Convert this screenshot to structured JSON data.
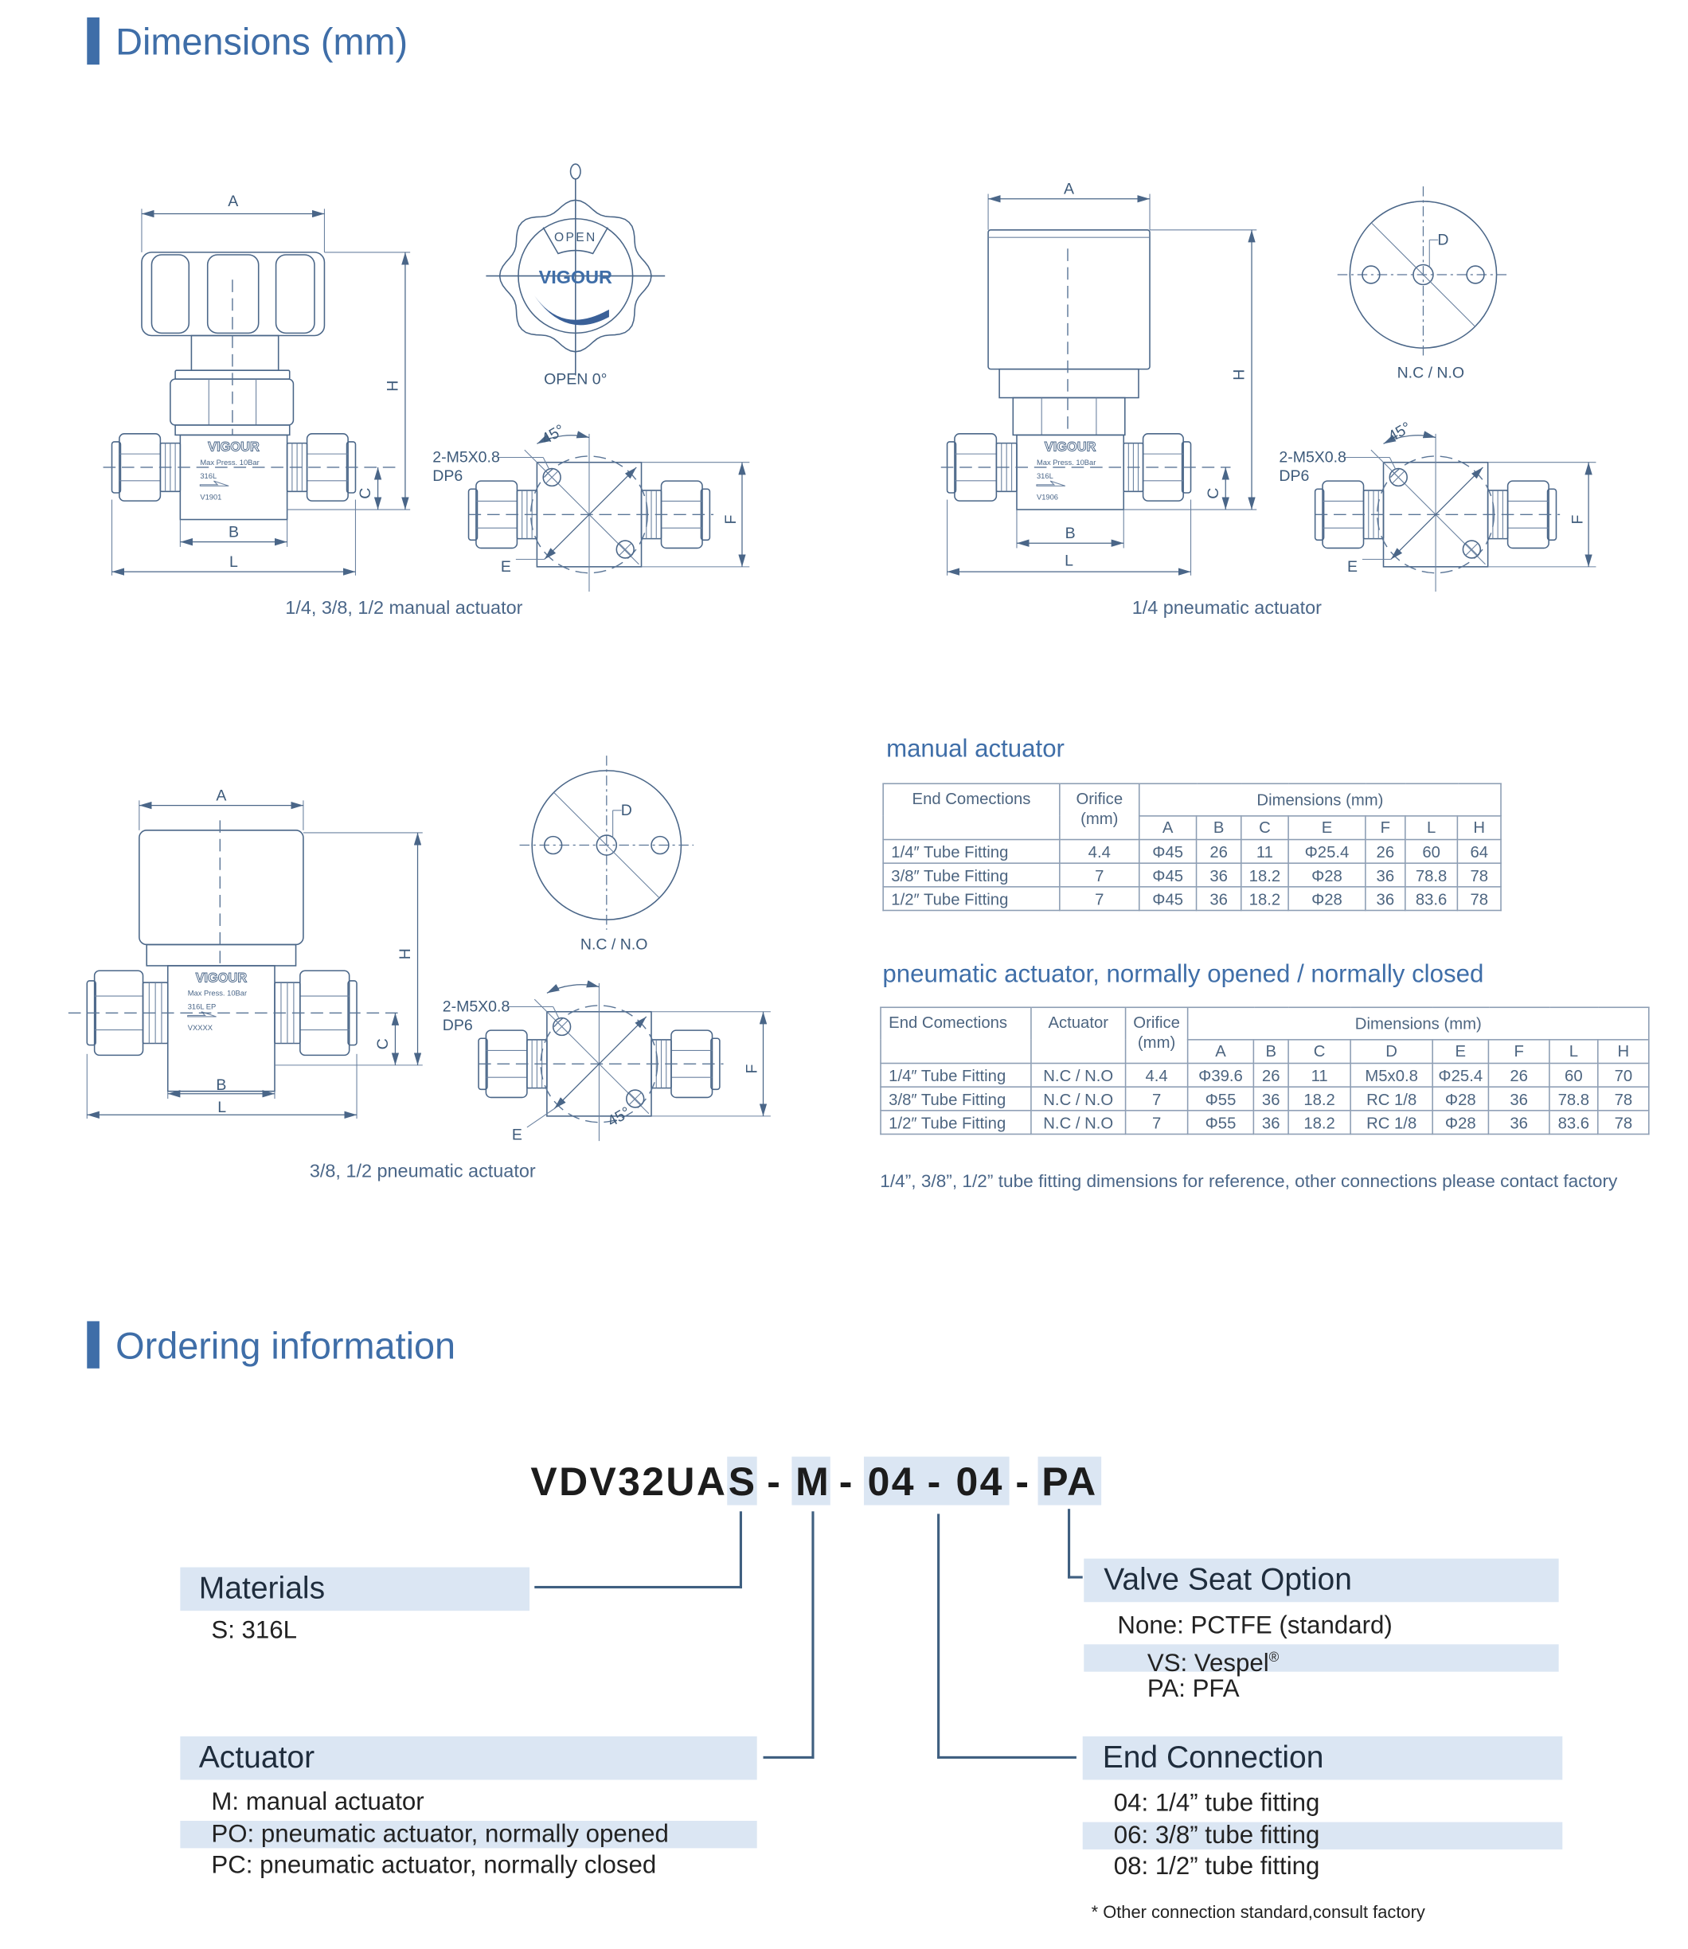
{
  "dimensions": {
    "title": "Dimensions (mm)",
    "dim_letters": {
      "A": "A",
      "B": "B",
      "C": "C",
      "D": "D",
      "E": "E",
      "F": "F",
      "H": "H",
      "L": "L"
    },
    "thread_spec": "2-M5X0.8",
    "thread_depth": "DP6",
    "angle": "45°",
    "manual_drawing": {
      "caption": "1/4, 3/8, 1/2 manual actuator",
      "knob_window": "OPEN",
      "knob_brand": "VIGOUR",
      "knob_position": "OPEN  0°",
      "body_brand": "VIGOUR",
      "body_pressure": "Max Press. 10Bar",
      "body_material": "316L",
      "body_model": "V1901"
    },
    "pneumatic_14_drawing": {
      "caption": "1/4 pneumatic actuator",
      "top_view_label": "N.C / N.O",
      "body_brand": "VIGOUR",
      "body_pressure": "Max Press. 10Bar",
      "body_material": "316L",
      "body_model": "V1906"
    },
    "pneumatic_3812_drawing": {
      "caption": "3/8, 1/2 pneumatic actuator",
      "top_view_label": "N.C / N.O",
      "body_brand": "VIGOUR",
      "body_pressure": "Max Press. 10Bar",
      "body_material": "316L  EP",
      "body_model": "VXXXX"
    }
  },
  "manual_table": {
    "title": "manual actuator",
    "headers": {
      "end": "End Comections",
      "orifice": "Orifice",
      "orifice_unit": "(mm)",
      "dims": "Dimensions (mm)"
    },
    "columns": [
      "A",
      "B",
      "C",
      "E",
      "F",
      "L",
      "H"
    ],
    "rows": [
      [
        "1/4″  Tube Fitting",
        "4.4",
        "Φ45",
        "26",
        "11",
        "Φ25.4",
        "26",
        "60",
        "64"
      ],
      [
        "3/8″  Tube Fitting",
        "7",
        "Φ45",
        "36",
        "18.2",
        "Φ28",
        "36",
        "78.8",
        "78"
      ],
      [
        "1/2″  Tube Fitting",
        "7",
        "Φ45",
        "36",
        "18.2",
        "Φ28",
        "36",
        "83.6",
        "78"
      ]
    ]
  },
  "pneumatic_table": {
    "title": "pneumatic actuator, normally opened / normally closed",
    "headers": {
      "end": "End Comections",
      "actuator": "Actuator",
      "orifice": "Orifice",
      "orifice_unit": "(mm)",
      "dims": "Dimensions (mm)"
    },
    "columns": [
      "A",
      "B",
      "C",
      "D",
      "E",
      "F",
      "L",
      "H"
    ],
    "rows": [
      [
        "1/4″  Tube Fitting",
        "N.C / N.O",
        "4.4",
        "Φ39.6",
        "26",
        "11",
        "M5x0.8",
        "Φ25.4",
        "26",
        "60",
        "70"
      ],
      [
        "3/8″  Tube Fitting",
        "N.C / N.O",
        "7",
        "Φ55",
        "36",
        "18.2",
        "RC 1/8",
        "Φ28",
        "36",
        "78.8",
        "78"
      ],
      [
        "1/2″  Tube Fitting",
        "N.C / N.O",
        "7",
        "Φ55",
        "36",
        "18.2",
        "RC 1/8",
        "Φ28",
        "36",
        "83.6",
        "78"
      ]
    ],
    "note": "1/4”, 3/8”, 1/2” tube fitting dimensions for reference, other connections please contact factory"
  },
  "ordering": {
    "title": "Ordering information",
    "code": {
      "base": "VDV32UA",
      "material": "S",
      "actuator": "M",
      "end1": "04",
      "end2": "04",
      "seat": "PA",
      "sep": "-"
    },
    "materials": {
      "title": "Materials",
      "items": [
        "S:  316L"
      ]
    },
    "actuator": {
      "title": "Actuator",
      "items": [
        "M: manual actuator",
        "PO: pneumatic actuator, normally opened",
        "PC: pneumatic actuator, normally closed"
      ]
    },
    "valve_seat": {
      "title": "Valve Seat Option",
      "items": [
        "None: PCTFE (standard)",
        "VS: Vespel",
        "PA: PFA"
      ],
      "registered": "®"
    },
    "end_connection": {
      "title": "End Connection",
      "items": [
        "04: 1/4” tube fitting",
        "06: 3/8” tube fitting",
        "08: 1/2” tube fitting"
      ]
    },
    "footnote": "* Other connection standard,consult factory"
  },
  "colors": {
    "accent": "#3f6ea8",
    "highlight": "#dbe6f3",
    "drawing": "#4a6688"
  }
}
